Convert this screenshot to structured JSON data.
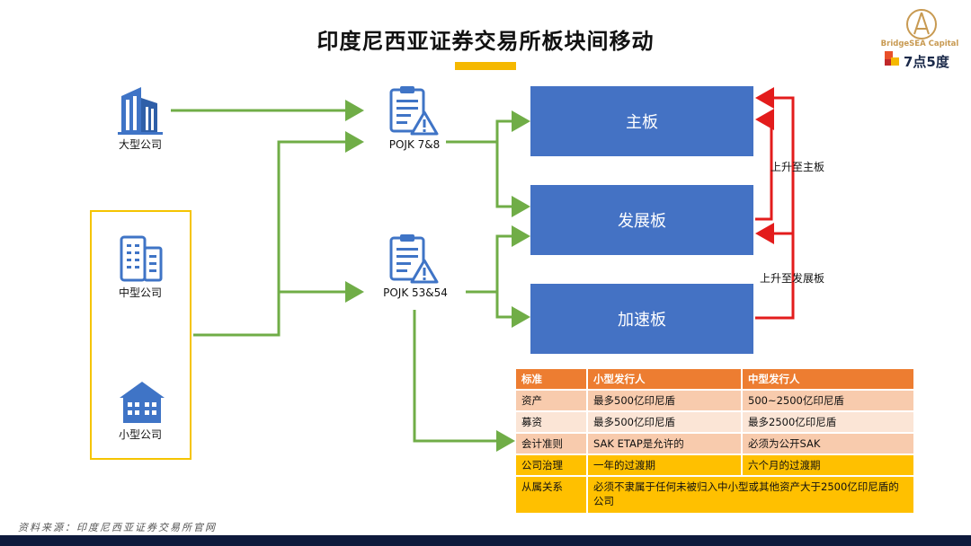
{
  "title": "印度尼西亚证券交易所板块间移动",
  "logo": {
    "name": "BridgeSEA Capital",
    "brand": "7点5度"
  },
  "companies": {
    "large": "大型公司",
    "medium": "中型公司",
    "small": "小型公司"
  },
  "regulations": {
    "pojk_large": "POJK 7&8",
    "pojk_small": "POJK 53&54"
  },
  "boards": {
    "main": "主板",
    "development": "发展板",
    "acceleration": "加速板"
  },
  "movements": {
    "to_main": "上升至主板",
    "to_development": "上升至发展板"
  },
  "table": {
    "headers": [
      "标准",
      "小型发行人",
      "中型发行人"
    ],
    "rows": [
      [
        "资产",
        "最多500亿印尼盾",
        "500~2500亿印尼盾"
      ],
      [
        "募资",
        "最多500亿印尼盾",
        "最多2500亿印尼盾"
      ],
      [
        "会计准则",
        "SAK ETAP是允许的",
        "必须为公开SAK"
      ],
      [
        "公司治理",
        "一年的过渡期",
        "六个月的过渡期"
      ],
      [
        "从属关系",
        "必须不隶属于任何未被归入中小型或其他资产大于2500亿印尼盾的公司"
      ]
    ]
  },
  "source": "资料来源：印度尼西亚证券交易所官网",
  "colors": {
    "board_blue": "#4472c4",
    "arrow_green": "#70ad47",
    "arrow_red": "#e31c1c",
    "accent_yellow": "#f5b800",
    "table_header": "#ed7d31",
    "footer": "#0e1a3c"
  }
}
